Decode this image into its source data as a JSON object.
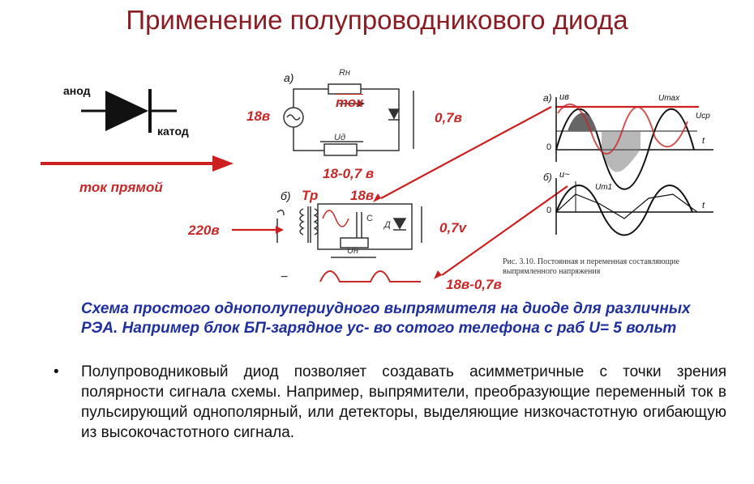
{
  "title": "Применение полупроводникового диода",
  "labels": {
    "anode": "анод",
    "cathode": "катод",
    "forward_current": "ток прямой",
    "circuit_a": "а)",
    "circuit_b": "б)",
    "v18": "18в",
    "current": "ток",
    "v07_a": "0,7в",
    "v18_minus": "18-0,7 в",
    "tr": "Тр",
    "v18_b": "18в",
    "v220": "220в",
    "v07_b": "0,7v",
    "v18_minus_b": "18в-0,7в",
    "rn": "Rн",
    "ud": "Uд",
    "un": "Uн",
    "c_label": "С",
    "d_label": "Д",
    "minus": "−",
    "graph_a": "а)",
    "graph_b": "б)",
    "u_axis": "uв",
    "u_axis_b": "u~",
    "umax": "Umax",
    "ucp": "Uср",
    "um1": "Um1",
    "t_axis": "t",
    "zero": "0"
  },
  "figure_caption": "Рис. 3.10. Постоянная и переменная составляющие выпрямленного напряжения",
  "description": "Схема простого однополупериудного выпрямителя на диоде для различных РЭА. Например блок БП-зарядное ус- во сотого телефона с раб U= 5 вольт",
  "bullet_text": "Полупроводниковый диод позволяет создавать асимметричные с точки зрения полярности сигнала схемы. Например, выпрямители, преобразующие переменный ток в пульсирующий однополярный, или детекторы, выделяющие низкочастотную огибающую из высокочастотного сигнала.",
  "colors": {
    "title": "#8b1c24",
    "annotation_red": "#c62828",
    "description_blue": "#1f2f9e",
    "arrow_red": "#cc1f1f"
  }
}
